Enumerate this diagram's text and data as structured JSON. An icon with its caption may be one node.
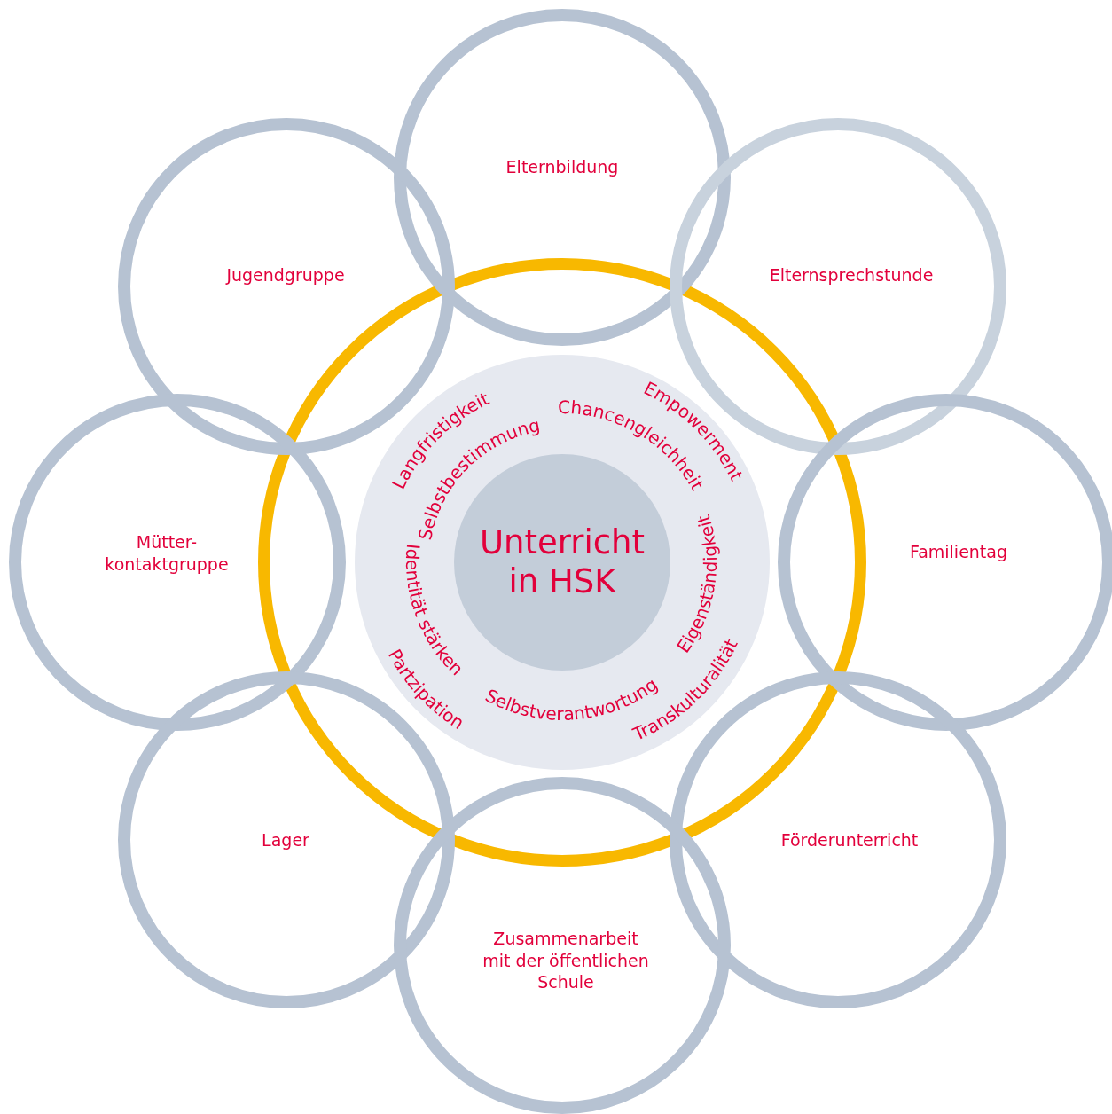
{
  "diagram": {
    "nodes": [
      {
        "text": [],
        "shape": "circle"
      },
      {
        "text": [],
        "shape": "circle",
        "in": 0
      },
      {
        "text": [
          "Unterricht in HSK"
        ],
        "in": 1
      },
      {
        "text": [
          "Elternbildung"
        ]
      },
      {
        "text": [
          "Jugendgruppe"
        ]
      },
      {
        "text": [
          "Elternsprechstunde"
        ]
      },
      {
        "text": [
          "Mütter- kontaktgruppe"
        ]
      },
      {
        "text": [
          "Familientag"
        ]
      },
      {
        "text": [
          "Lager"
        ]
      },
      {
        "text": [
          "Förderunterricht"
        ]
      },
      {
        "text": [
          "Zusammenarbeit mit der öffentlichen Schule"
        ]
      }
    ],
    "edges": [],
    "labels": [
      "Langfristigkeit",
      "Selbstbestimmung",
      "Chancengleichheit",
      "Empowerment",
      "Eigenständigkeit",
      "Transkulturalität",
      "Selbstverantwortung",
      "Partzipation",
      "Identität stärken"
    ]
  }
}
